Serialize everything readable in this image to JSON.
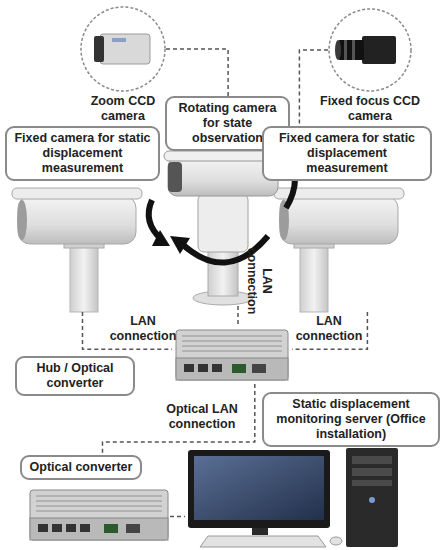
{
  "diagram": {
    "nodes": [
      {
        "text": [
          "Zoom CCD camera"
        ]
      },
      {
        "text": [
          "Rotating camera for state observation"
        ]
      },
      {
        "text": [
          "Fixed focus CCD camera"
        ]
      },
      {
        "text": [
          "Fixed camera for static displacement measurement"
        ]
      },
      {
        "text": [
          "Fixed camera for static displacement measurement"
        ]
      },
      {
        "text": [
          "Hub / Optical converter"
        ]
      },
      {
        "text": [
          "Static displacement monitoring server (Office installation)"
        ]
      },
      {
        "text": [
          "Optical converter"
        ]
      }
    ],
    "edges": [
      {
        "from": 0,
        "to": 1,
        "arrow": "none"
      },
      {
        "from": 2,
        "to": 4,
        "arrow": "none"
      },
      {
        "from": 3,
        "to": 5,
        "label": "LAN connection",
        "arrow": "none"
      },
      {
        "from": 1,
        "to": 5,
        "label": "LAN connection",
        "arrow": "none"
      },
      {
        "from": 4,
        "to": 5,
        "label": "LAN connection",
        "arrow": "none"
      },
      {
        "from": 5,
        "to": 7,
        "label": "Optical LAN connection",
        "arrow": "none"
      },
      {
        "from": 7,
        "to": 6,
        "arrow": "none"
      }
    ]
  }
}
